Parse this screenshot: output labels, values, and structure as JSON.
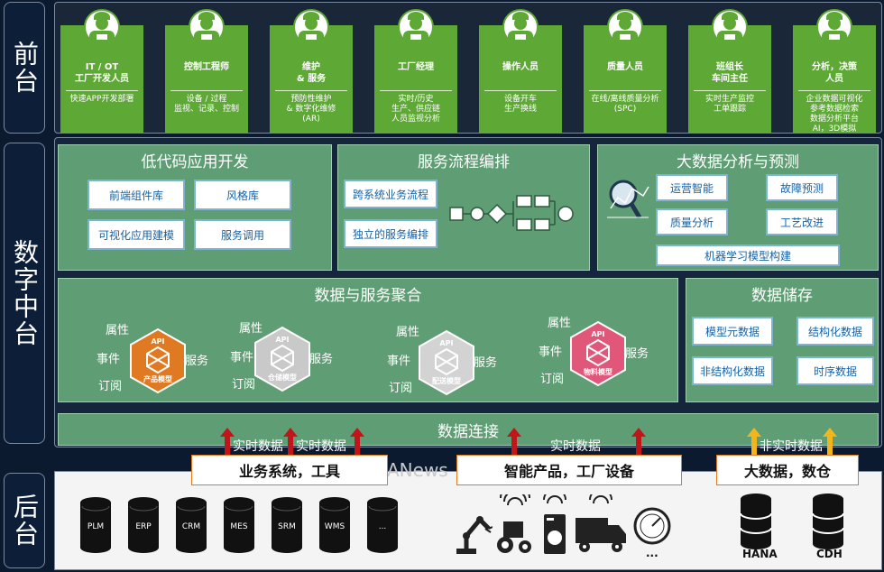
{
  "bands": {
    "front": "前台",
    "middle": "数字中台",
    "back": "后台"
  },
  "roles": [
    {
      "title": "IT / OT\n工厂开发人员",
      "desc": "快速APP开发部署"
    },
    {
      "title": "控制工程师",
      "desc": "设备 / 过程\n监视、记录、控制"
    },
    {
      "title": "维护\n& 服务",
      "desc": "预防性维护\n& 数字化维修\n(AR)"
    },
    {
      "title": "工厂经理",
      "desc": "实时/历史\n生产、供应链\n人员监视分析"
    },
    {
      "title": "操作人员",
      "desc": "设备开车\n生产换线"
    },
    {
      "title": "质量人员",
      "desc": "在线/离线质量分析\n(SPC)"
    },
    {
      "title": "班组长\n车间主任",
      "desc": "实时生产监控\n工单跟踪"
    },
    {
      "title": "分析，决策\n人员",
      "desc": "企业数据可视化\n参考数据检索\n数据分析平台\nAI，3D模拟"
    }
  ],
  "lowcode": {
    "title": "低代码应用开发",
    "items": [
      "前端组件库",
      "风格库",
      "可视化应用建模",
      "服务调用"
    ]
  },
  "process": {
    "title": "服务流程编排",
    "items": [
      "跨系统业务流程",
      "独立的服务编排"
    ]
  },
  "bigdata": {
    "title": "大数据分析与预测",
    "items": [
      "运营智能",
      "故障预测",
      "质量分析",
      "工艺改进",
      "机器学习模型构建"
    ]
  },
  "aggregation": {
    "title": "数据与服务聚合",
    "labels": {
      "attr": "属性",
      "event": "事件",
      "sub": "订阅",
      "service": "服务"
    },
    "models": [
      {
        "name": "产品模型",
        "color": "#e07a22"
      },
      {
        "name": "仓储模型",
        "color": "#c9c9c9"
      },
      {
        "name": "配送模型",
        "color": "#d3d3d3"
      },
      {
        "name": "物料模型",
        "color": "#e0577a"
      }
    ],
    "api_label": "API"
  },
  "storage": {
    "title": "数据储存",
    "items": [
      "模型元数据",
      "结构化数据",
      "非结构化数据",
      "时序数据"
    ]
  },
  "connection": {
    "title": "数据连接"
  },
  "flows": {
    "realtime": "实时数据",
    "non_realtime": "非实时数据"
  },
  "watermark": "ANews",
  "categories": [
    "业务系统，工具",
    "智能产品，工厂设备",
    "大数据，数仓"
  ],
  "systems": [
    "PLM",
    "ERP",
    "CRM",
    "MES",
    "SRM",
    "WMS",
    "..."
  ],
  "big_dbs": [
    "HANA",
    "CDH"
  ],
  "device_more": "..."
}
